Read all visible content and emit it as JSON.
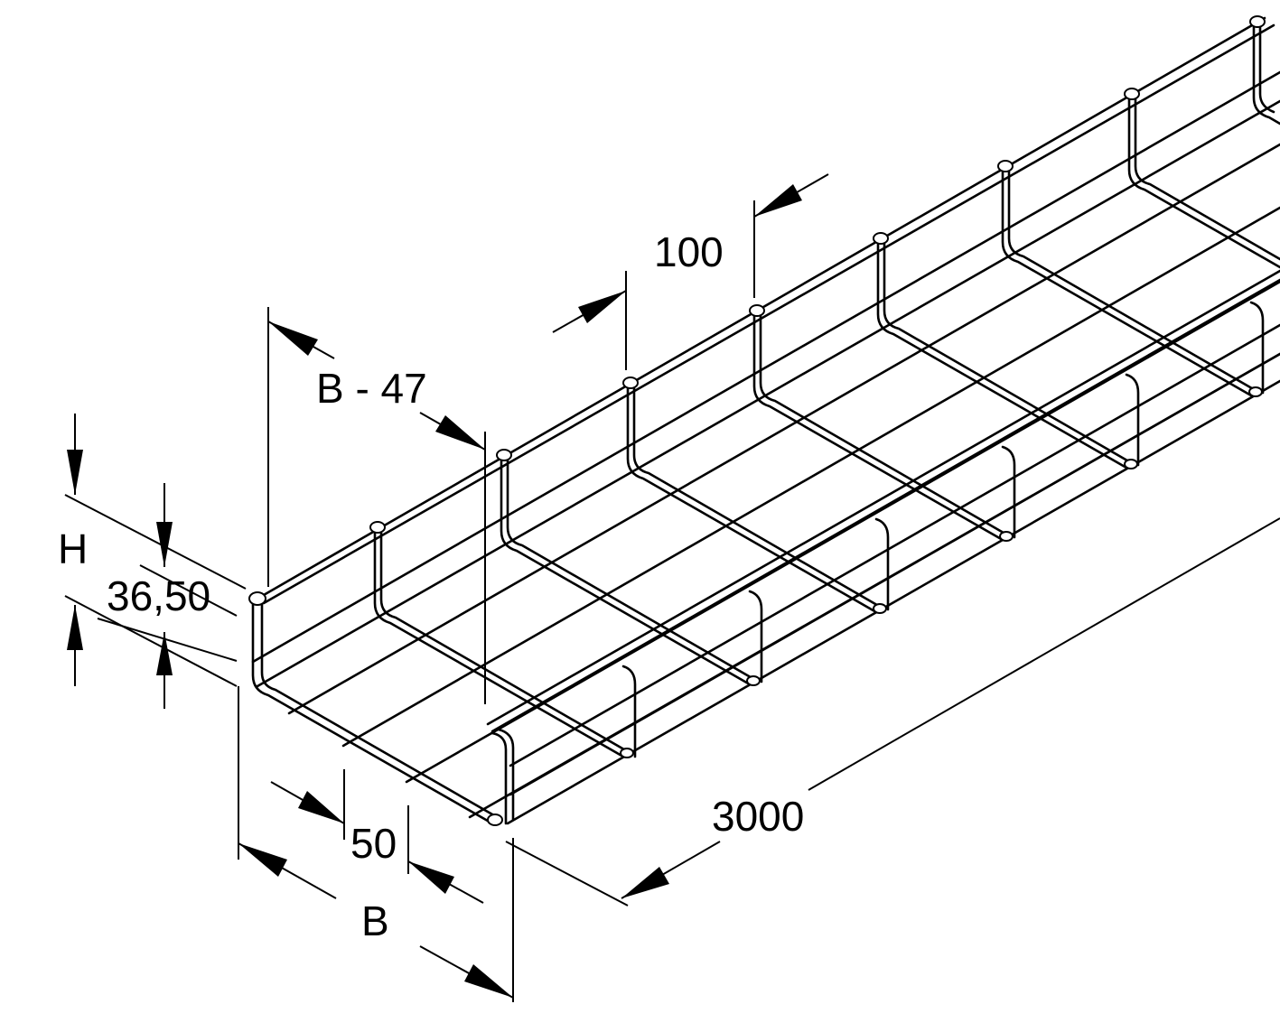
{
  "dimensions": {
    "width_offset": "B - 47",
    "mesh_pitch": "100",
    "height": "H",
    "side_wire_height": "36,50",
    "bottom_pitch": "50",
    "width": "B",
    "length": "3000"
  },
  "colors": {
    "line": "#000000",
    "background": "#ffffff"
  }
}
